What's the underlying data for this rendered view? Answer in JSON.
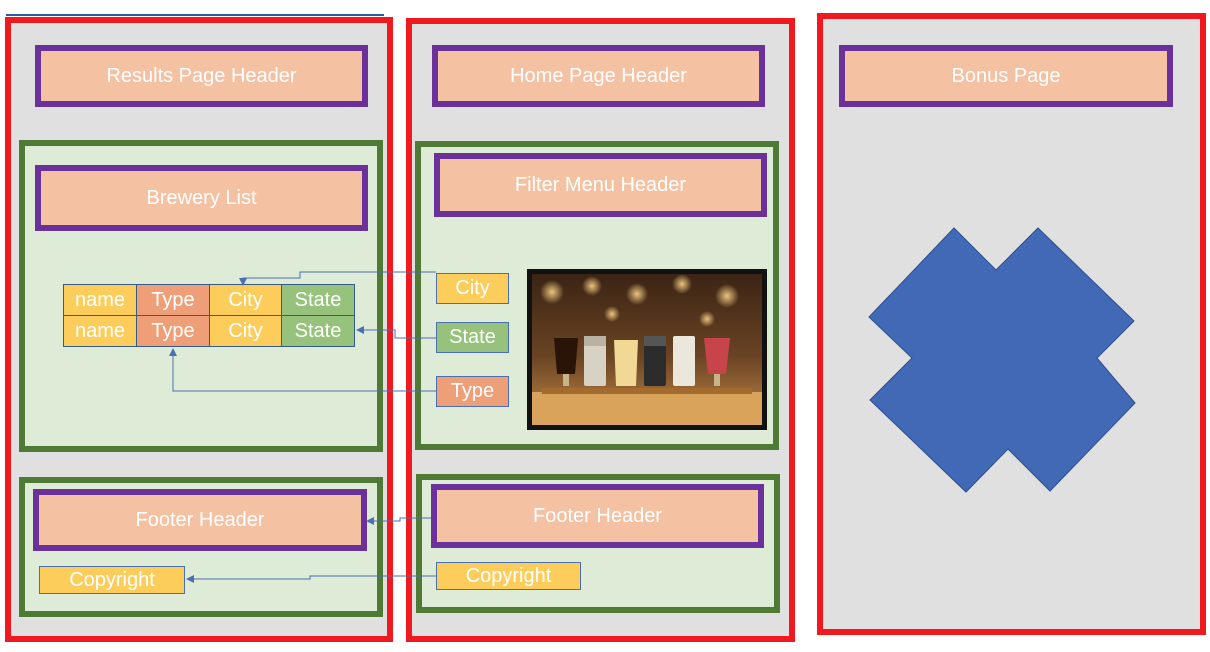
{
  "columns": {
    "results": {
      "page_header": "Results Page Header",
      "list_header": "Brewery List",
      "footer_header": "Footer Header",
      "copyright": "Copyright",
      "table_rows": [
        [
          "name",
          "Type",
          "City",
          "State"
        ],
        [
          "name",
          "Type",
          "City",
          "State"
        ]
      ]
    },
    "home": {
      "page_header": "Home Page  Header",
      "filter_header": "Filter Menu Header",
      "filters": [
        "City",
        "State",
        "Type"
      ],
      "footer_header": "Footer Header",
      "copyright": "Copyright"
    },
    "bonus": {
      "page_header": "Bonus Page",
      "placeholder_icon": "cross-shape"
    }
  },
  "colors": {
    "panel_border": "#f01920",
    "panel_fill": "#e0e0e0",
    "group_border": "#4e7a35",
    "group_fill": "#deebd6",
    "header_fill": "#f4c1a3",
    "header_border": "#6b319a",
    "connector": "#4a6fb3",
    "cross_fill": "#4169b5"
  }
}
